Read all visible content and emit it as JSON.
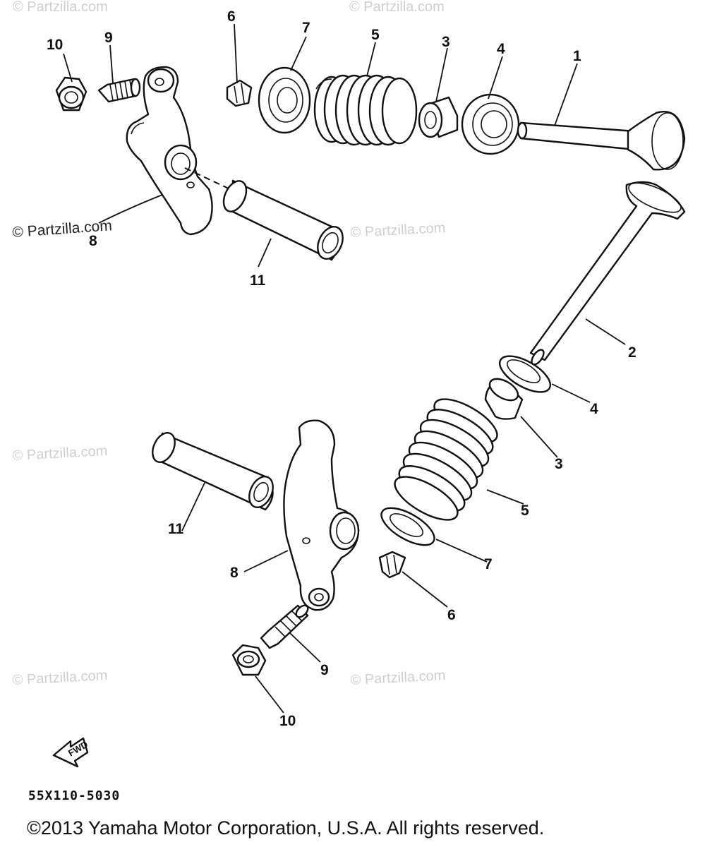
{
  "diagram": {
    "drawing_code": "55X110-5030",
    "fwd_label": "FWD",
    "copyright": "©2013 Yamaha Motor Corporation, U.S.A. All rights reserved.",
    "watermark_text": "© Partzilla.com",
    "callouts": {
      "top": [
        "10",
        "9",
        "6",
        "7",
        "5",
        "3",
        "4",
        "1",
        "8",
        "11"
      ],
      "bottom": [
        "2",
        "4",
        "3",
        "5",
        "7",
        "6",
        "11",
        "8",
        "9",
        "10"
      ]
    }
  }
}
